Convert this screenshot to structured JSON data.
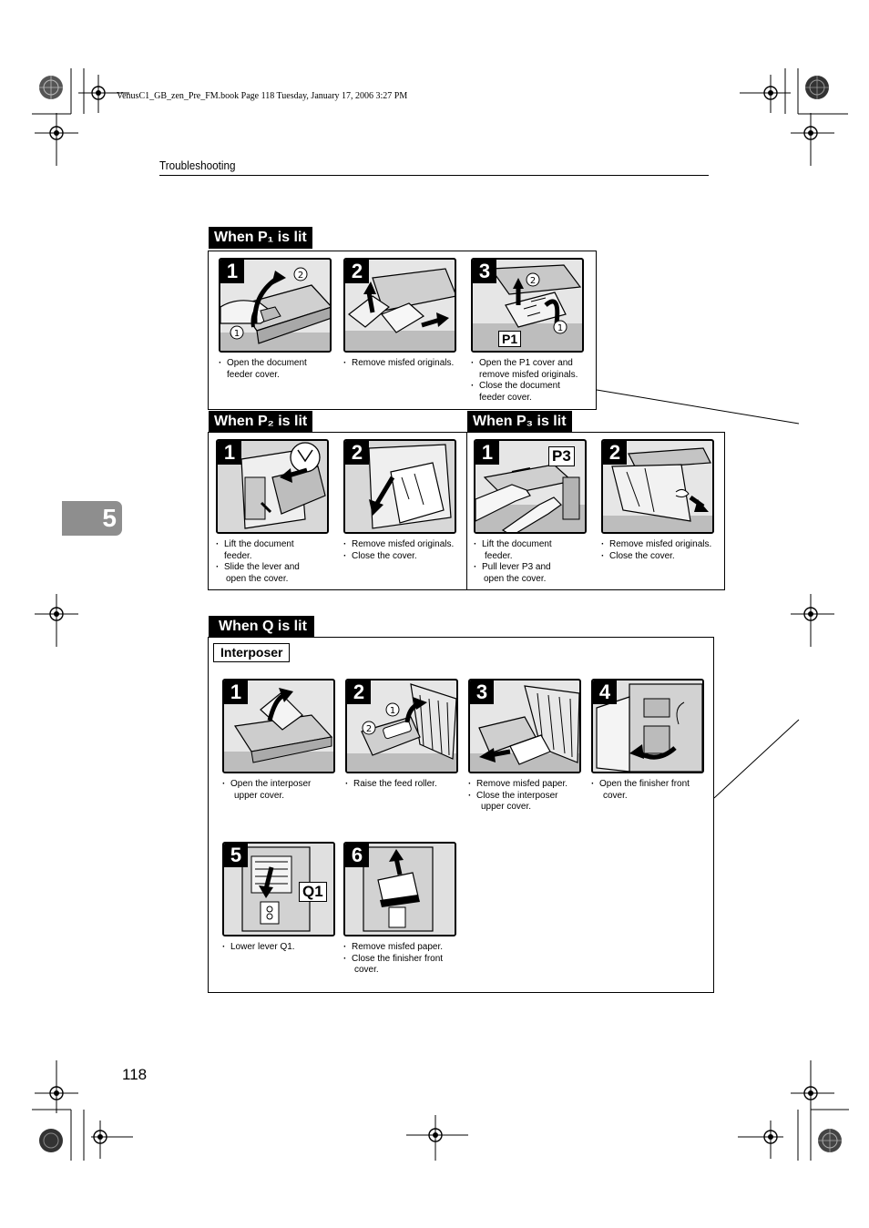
{
  "file_info": "VenusC1_GB_zen_Pre_FM.book  Page 118  Tuesday, January 17, 2006  3:27 PM",
  "section_title": "Troubleshooting",
  "chapter_number": "5",
  "page_number": "118",
  "p1": {
    "label": "When P₁ is lit",
    "steps": [
      {
        "num": "1",
        "captions": [
          "Open the document",
          "feeder cover."
        ]
      },
      {
        "num": "2",
        "captions": [
          "Remove misfed originals."
        ]
      },
      {
        "num": "3",
        "inset": "P1",
        "captions": [
          "Open the P1 cover and",
          "remove misfed originals.",
          "Close the document",
          "feeder cover."
        ]
      }
    ]
  },
  "p2": {
    "label": "When P₂ is lit",
    "steps": [
      {
        "num": "1",
        "captions": [
          "Lift the document",
          "feeder.",
          "Slide the lever and",
          "open the cover."
        ]
      },
      {
        "num": "2",
        "captions": [
          "Remove misfed originals.",
          "Close the cover."
        ]
      }
    ]
  },
  "p3": {
    "label": "When P₃ is lit",
    "steps": [
      {
        "num": "1",
        "inset": "P3",
        "captions": [
          "Lift the document",
          "feeder.",
          "Pull lever P3 and",
          "open the cover."
        ]
      },
      {
        "num": "2",
        "captions": [
          "Remove misfed originals.",
          "Close the cover."
        ]
      }
    ]
  },
  "q": {
    "label": "When Q is lit",
    "sublabel": "Interposer",
    "steps": [
      {
        "num": "1",
        "captions": [
          "Open the interposer",
          "upper cover."
        ]
      },
      {
        "num": "2",
        "captions": [
          "Raise the feed roller."
        ]
      },
      {
        "num": "3",
        "captions": [
          "Remove misfed paper.",
          "Close the interposer",
          "upper cover."
        ]
      },
      {
        "num": "4",
        "captions": [
          "Open the finisher front",
          "cover."
        ]
      },
      {
        "num": "5",
        "inset": "Q1",
        "captions": [
          "Lower lever Q1."
        ]
      },
      {
        "num": "6",
        "captions": [
          "Remove misfed paper.",
          "Close the finisher front",
          "cover."
        ]
      }
    ]
  }
}
